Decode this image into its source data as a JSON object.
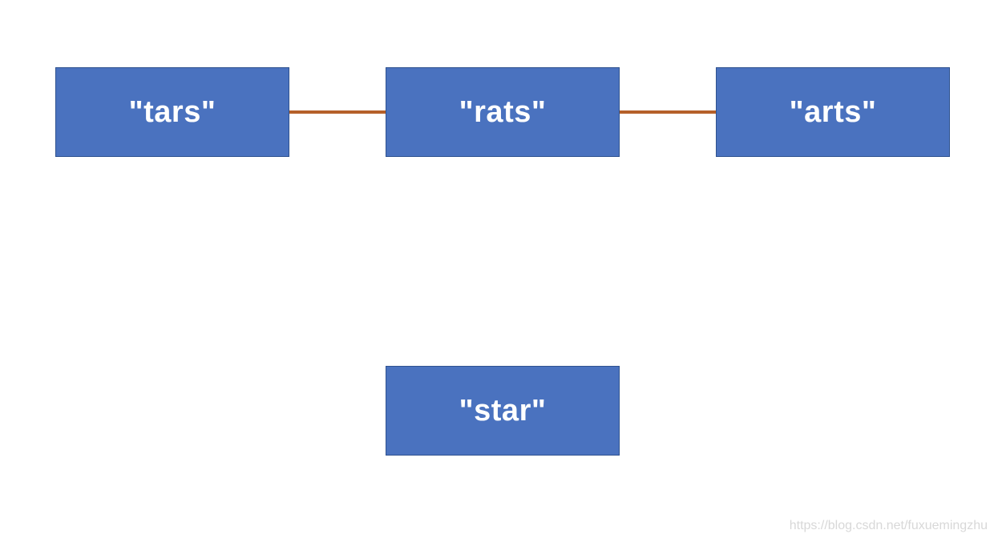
{
  "nodes": [
    {
      "id": "tars",
      "label": "\"tars\""
    },
    {
      "id": "rats",
      "label": "\"rats\""
    },
    {
      "id": "arts",
      "label": "\"arts\""
    },
    {
      "id": "star",
      "label": "\"star\""
    }
  ],
  "edges": [
    {
      "from": "tars",
      "to": "rats"
    },
    {
      "from": "rats",
      "to": "arts"
    }
  ],
  "colors": {
    "node_fill": "#4a72bf",
    "node_border": "#2f528f",
    "node_text": "#ffffff",
    "edge": "#b5602a"
  },
  "watermark": "https://blog.csdn.net/fuxuemingzhu"
}
